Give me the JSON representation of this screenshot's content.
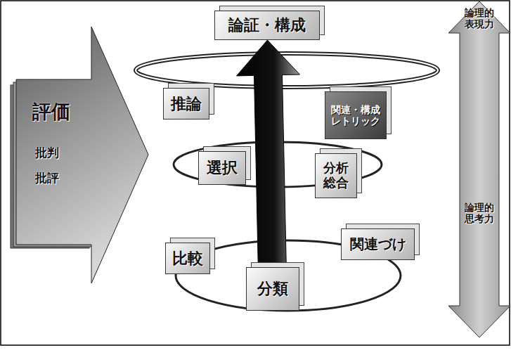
{
  "diagram": {
    "nodes": [
      {
        "text": [
          "評価",
          "批判",
          "批評"
        ]
      },
      {
        "text": [
          "論証・構成"
        ]
      },
      {
        "text": [
          "推論"
        ]
      },
      {
        "text": [
          "関連・構成 レトリック"
        ]
      },
      {
        "text": [
          "選択"
        ]
      },
      {
        "text": [
          "分析 総合"
        ]
      },
      {
        "text": [
          "比較"
        ]
      },
      {
        "text": [
          "関連づけ"
        ]
      },
      {
        "text": [
          "分類"
        ]
      },
      {
        "text": [
          "論理的 表現力",
          "論理的 思考力"
        ]
      }
    ],
    "edges": [
      {
        "from": 8,
        "to": 1,
        "arrow": "to"
      }
    ]
  }
}
